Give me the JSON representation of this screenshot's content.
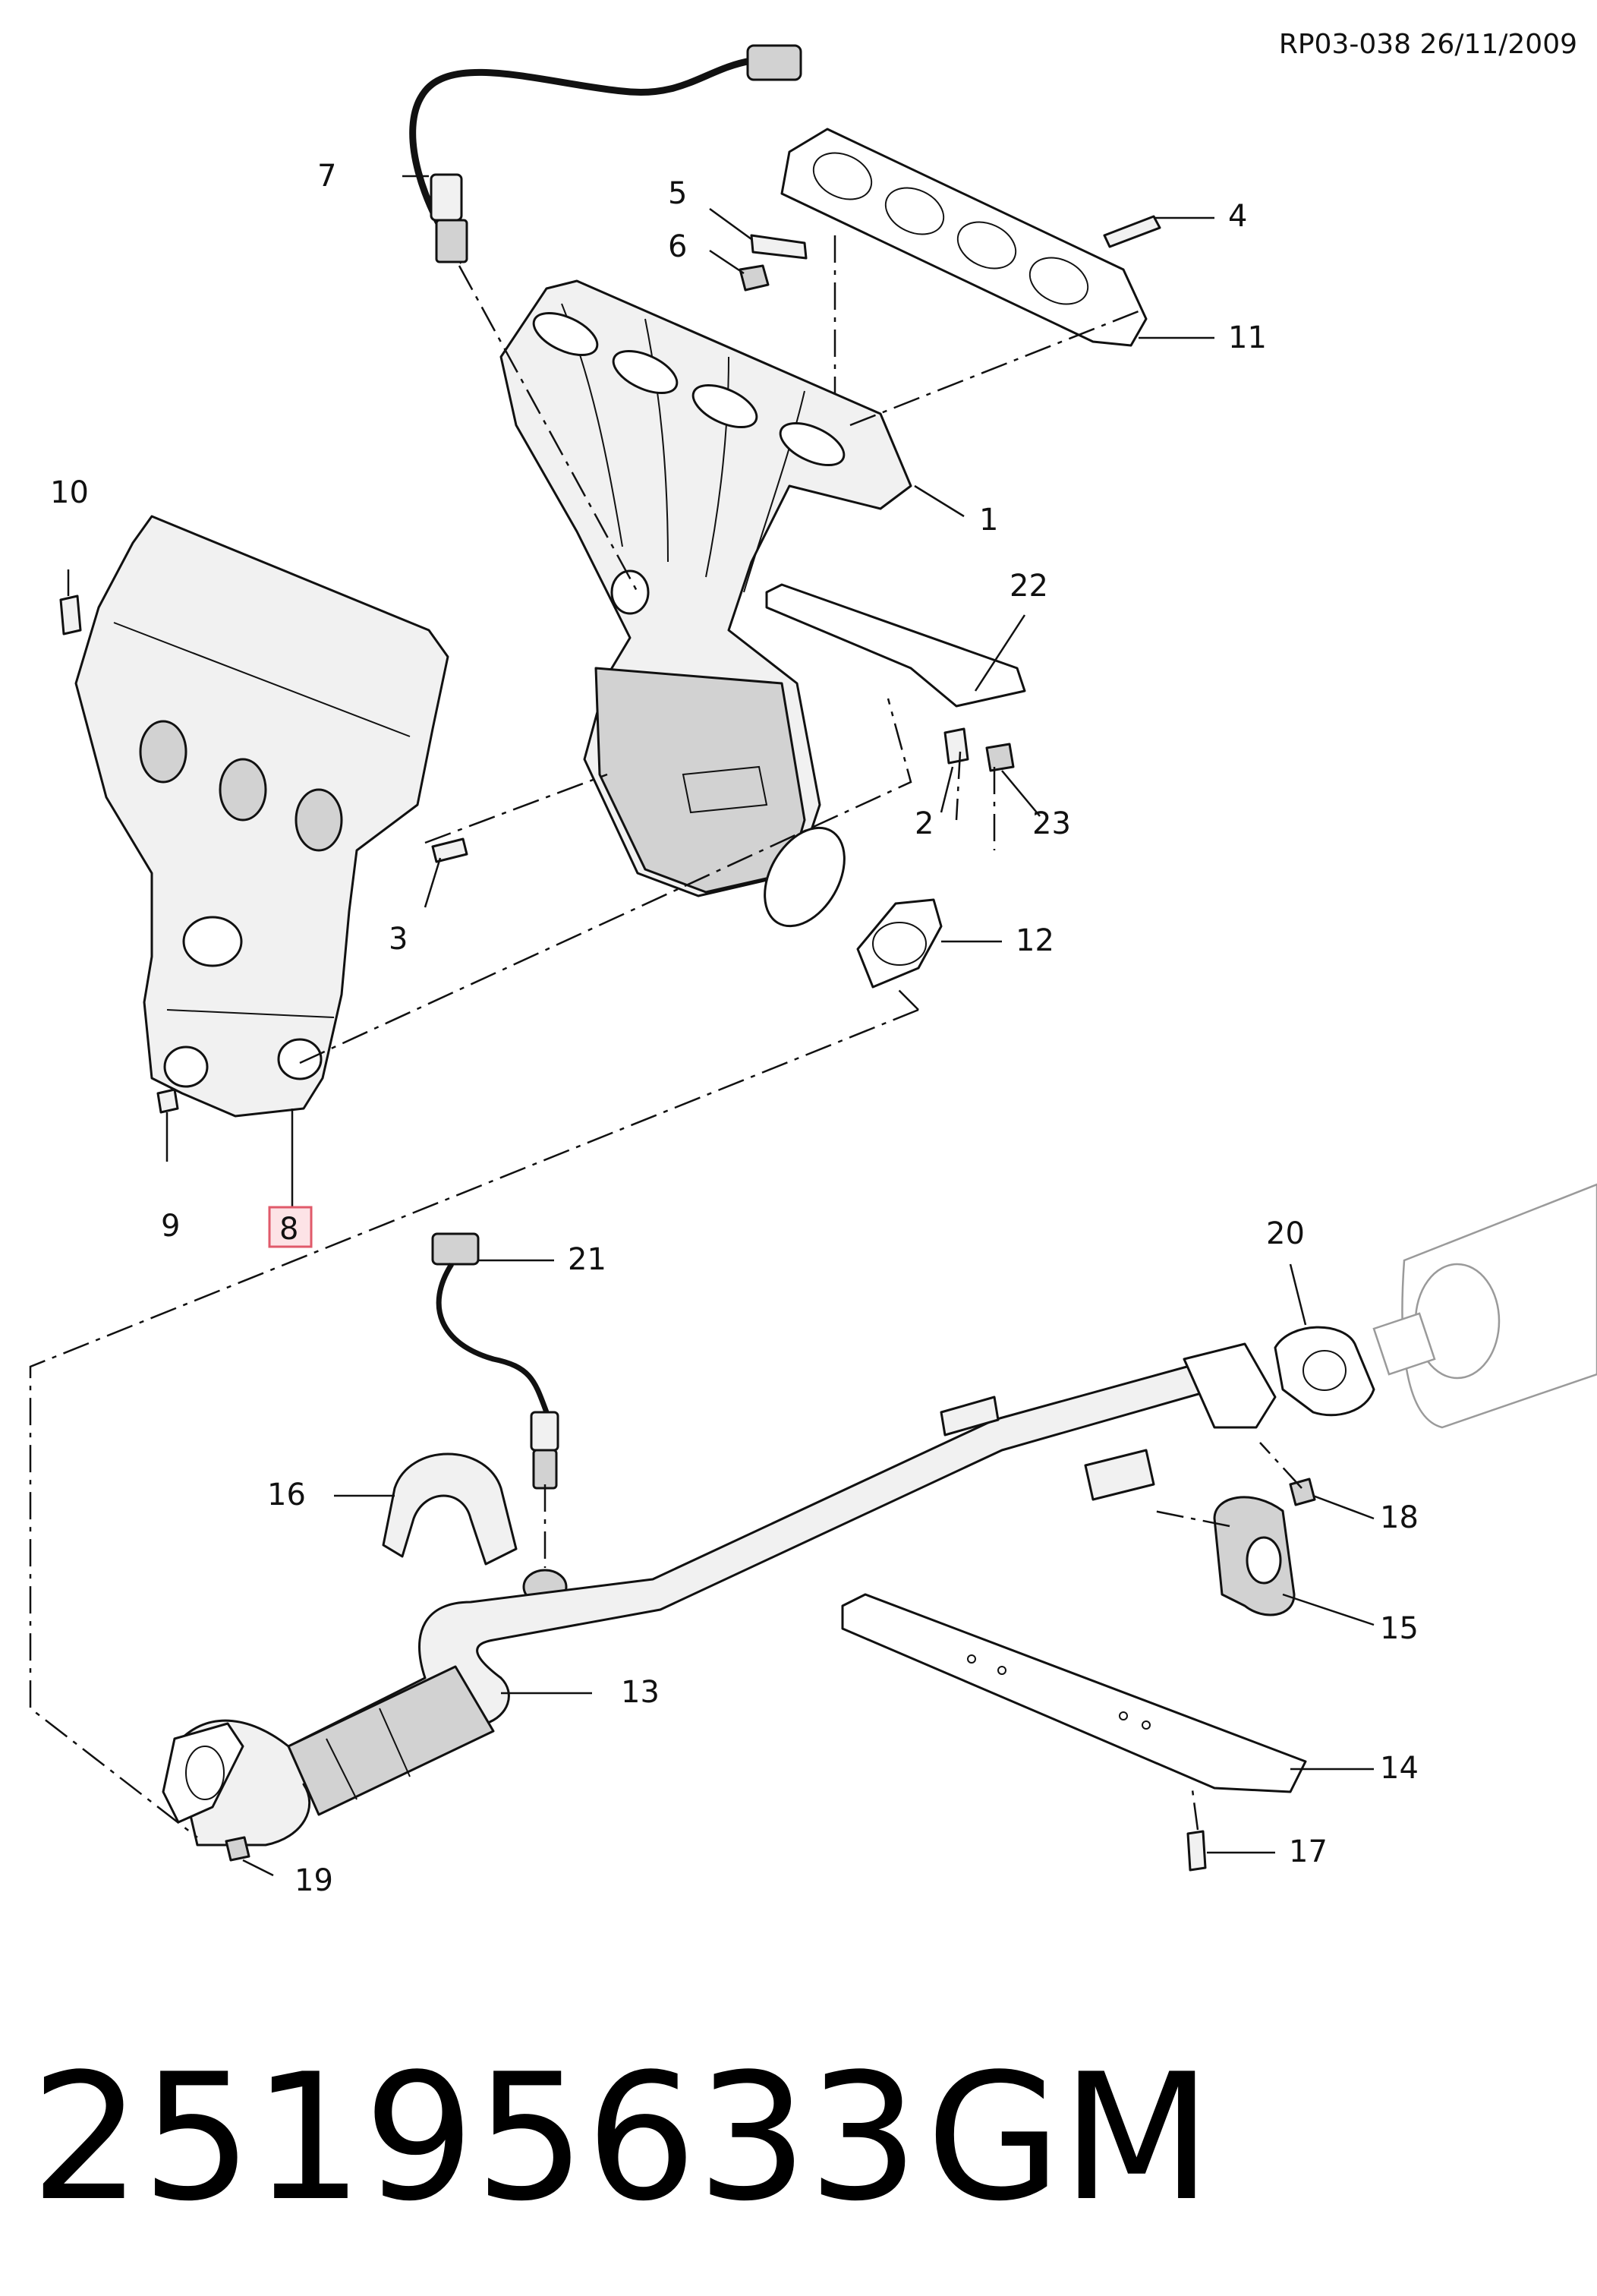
{
  "reference": "RP03-038 26/11/2009",
  "highlighted_callout": "8",
  "callouts": {
    "c1": "1",
    "c2": "2",
    "c3": "3",
    "c4": "4",
    "c5": "5",
    "c6": "6",
    "c7": "7",
    "c8": "8",
    "c9": "9",
    "c10": "10",
    "c11": "11",
    "c12": "12",
    "c13": "13",
    "c14": "14",
    "c15": "15",
    "c16": "16",
    "c17": "17",
    "c18": "18",
    "c19": "19",
    "c20": "20",
    "c21": "21",
    "c22": "22",
    "c23": "23"
  },
  "part_number": "25195633",
  "brand": "GM",
  "colors": {
    "highlight_fill": "#fde3e6",
    "highlight_stroke": "#e05a6a",
    "ink": "#111111"
  }
}
